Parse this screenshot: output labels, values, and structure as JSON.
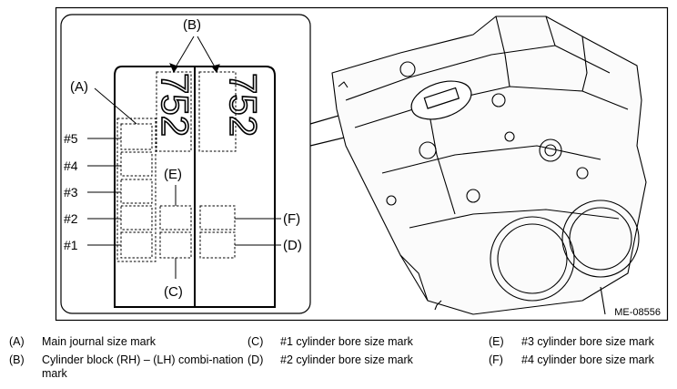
{
  "figure_id": "ME-08556",
  "callouts": {
    "A": "(A)",
    "B": "(B)",
    "C": "(C)",
    "D": "(D)",
    "E": "(E)",
    "F": "(F)"
  },
  "cylinders": [
    "#5",
    "#4",
    "#3",
    "#2",
    "#1"
  ],
  "marks": {
    "rh": "752",
    "lh": "752"
  },
  "legend": [
    {
      "letter": "(A)",
      "text": "Main journal size mark"
    },
    {
      "letter": "(B)",
      "text": "Cylinder block (RH) – (LH) combi-nation mark"
    },
    {
      "letter": "(C)",
      "text": "#1 cylinder bore size mark"
    },
    {
      "letter": "(D)",
      "text": "#2 cylinder bore size mark"
    },
    {
      "letter": "(E)",
      "text": "#3 cylinder bore size mark"
    },
    {
      "letter": "(F)",
      "text": "#4 cylinder bore size mark"
    }
  ]
}
